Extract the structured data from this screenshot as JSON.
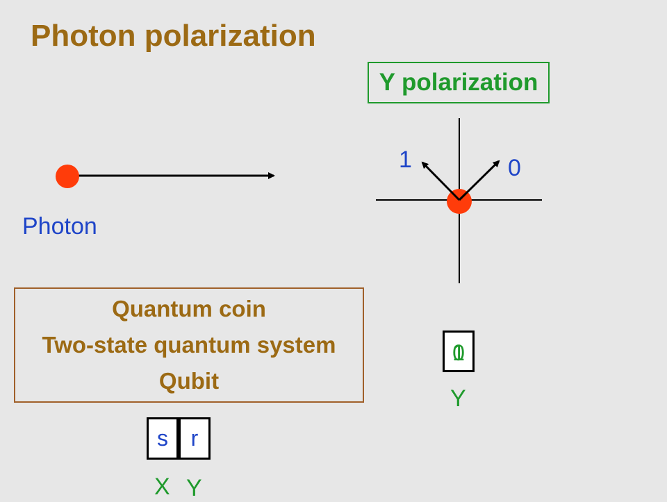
{
  "title": "Photon polarization",
  "y_polarization_box": {
    "label": "Y polarization"
  },
  "photon": {
    "label": "Photon"
  },
  "axes_labels": {
    "state_1": "1",
    "state_0": "0"
  },
  "quantum_box": {
    "lines": [
      "Quantum coin",
      "Two-state quantum system",
      "Qubit"
    ]
  },
  "y_measurement": {
    "overlaid_values": [
      "0",
      "1"
    ],
    "axis_label": "Y"
  },
  "bits": {
    "cells": [
      "s",
      "r"
    ],
    "axis_labels": [
      "X",
      "Y"
    ]
  },
  "colors": {
    "title": "#9c6a14",
    "green": "#1f9a2c",
    "blue": "#1f45c8",
    "dot": "#ff3c0a",
    "box_border": "#a0602a"
  },
  "icons": [
    "photon-dot-icon",
    "arrow-icon"
  ]
}
